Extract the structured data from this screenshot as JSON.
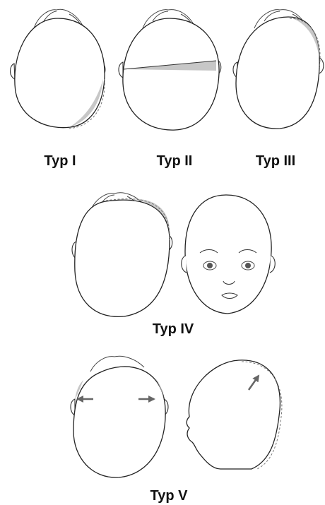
{
  "labels": {
    "typ1": "Typ I",
    "typ2": "Typ II",
    "typ3": "Typ III",
    "typ4": "Typ IV",
    "typ5": "Typ V"
  },
  "colors": {
    "outline": "#222222",
    "shading": "#bdbdbd",
    "arrow": "#666666",
    "label": "#111111"
  }
}
